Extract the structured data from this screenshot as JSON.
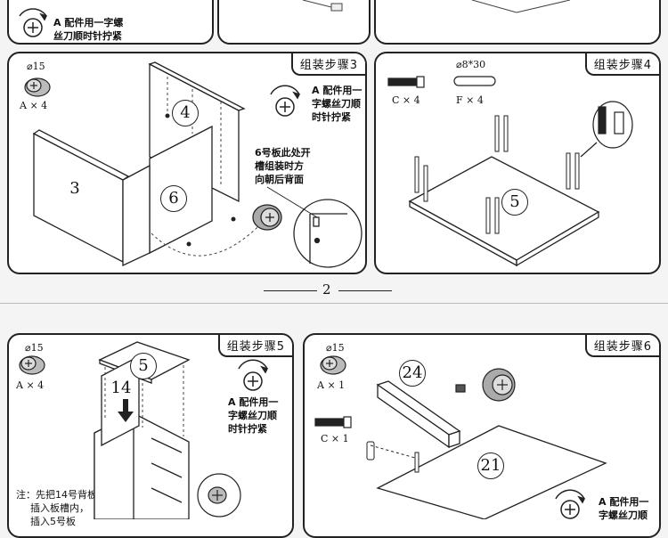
{
  "top_note": {
    "line1": "A 配件用一字螺",
    "line2": "丝刀顺时针拧紧"
  },
  "step3": {
    "tag": "组装步骤3",
    "part_size": "⌀15",
    "part_qty": "A × 4",
    "note": {
      "line1": "A 配件用一",
      "line2": "字螺丝刀顺",
      "line3": "时针拧紧"
    },
    "callout": {
      "line1": "6号板此处开",
      "line2": "槽组装时方",
      "line3": "向朝后背面"
    },
    "boards": [
      "4",
      "3",
      "6"
    ]
  },
  "step4": {
    "tag": "组装步骤4",
    "part_size": "⌀8*30",
    "part_c": "C × 4",
    "part_f": "F × 4",
    "boards": [
      "5"
    ]
  },
  "page_number": "2",
  "step5": {
    "tag": "组装步骤5",
    "part_size": "⌀15",
    "part_qty": "A × 4",
    "note": {
      "line1": "A 配件用一",
      "line2": "字螺丝刀顺",
      "line3": "时针拧紧"
    },
    "bottom_note": {
      "line1": "注：先把14号背板",
      "line2": "插入板槽内，",
      "line3": "插入5号板"
    },
    "boards": [
      "5",
      "14"
    ]
  },
  "step6": {
    "tag": "组装步骤6",
    "part_size": "⌀15",
    "part_qty": "A × 1",
    "part_c": "C × 1",
    "note": {
      "line1": "A 配件用一",
      "line2": "字螺丝刀顺"
    },
    "boards": [
      "24",
      "21"
    ]
  }
}
